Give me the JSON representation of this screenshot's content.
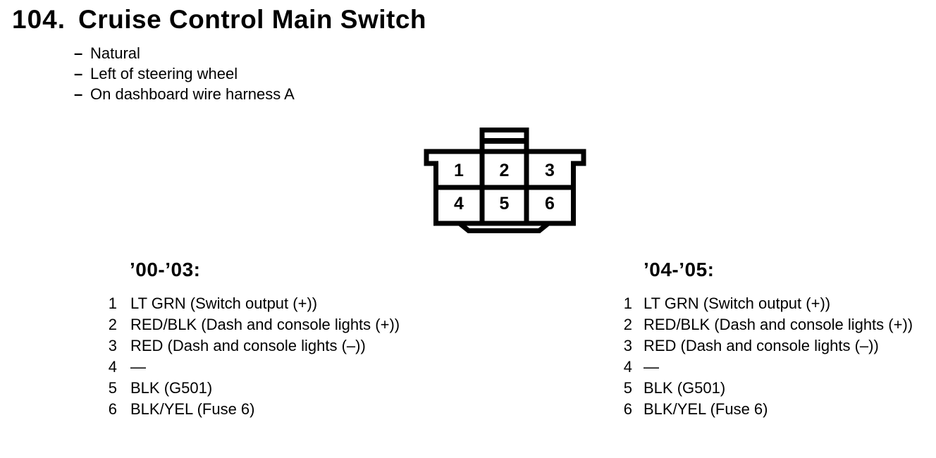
{
  "header": {
    "number": "104.",
    "title": "Cruise Control Main Switch",
    "attributes": [
      {
        "dash": "–",
        "text": "Natural"
      },
      {
        "dash": "–",
        "text": "Left of steering wheel"
      },
      {
        "dash": "–",
        "text": "On dashboard wire harness A"
      }
    ]
  },
  "connector": {
    "cells": [
      "1",
      "2",
      "3",
      "4",
      "5",
      "6"
    ]
  },
  "columns": [
    {
      "header": "’00-’03:",
      "pins": [
        {
          "num": "1",
          "desc": "LT GRN (Switch output (+))"
        },
        {
          "num": "2",
          "desc": "RED/BLK (Dash and console lights (+))"
        },
        {
          "num": "3",
          "desc": "RED (Dash and console lights (–))"
        },
        {
          "num": "4",
          "desc": "—"
        },
        {
          "num": "5",
          "desc": "BLK (G501)"
        },
        {
          "num": "6",
          "desc": "BLK/YEL (Fuse 6)"
        }
      ]
    },
    {
      "header": "’04-’05:",
      "pins": [
        {
          "num": "1",
          "desc": "LT GRN (Switch output (+))"
        },
        {
          "num": "2",
          "desc": "RED/BLK (Dash and console lights (+))"
        },
        {
          "num": "3",
          "desc": "RED (Dash and console lights (–))"
        },
        {
          "num": "4",
          "desc": "—"
        },
        {
          "num": "5",
          "desc": "BLK (G501)"
        },
        {
          "num": "6",
          "desc": "BLK/YEL (Fuse 6)"
        }
      ]
    }
  ],
  "colors": {
    "ink": "#000000",
    "paper": "#ffffff"
  }
}
